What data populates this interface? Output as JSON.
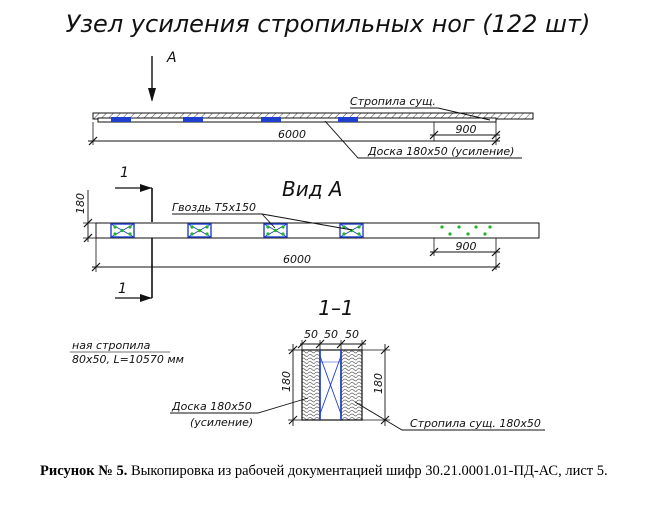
{
  "title": "Узел усиления стропильных ног (122 шт)",
  "view_arrow_label": "А",
  "top_view": {
    "label_rafter": "Стропила сущ.",
    "dim_total": "6000",
    "dim_end": "900",
    "label_board": "Доска 180х50 (усиление)"
  },
  "view_a": {
    "title": "Вид А",
    "section_mark": "1",
    "dim_height": "180",
    "label_nail": "Гвоздь Т5х150",
    "dim_end": "900",
    "dim_total": "6000"
  },
  "left_note": {
    "line1": "ная стропила",
    "line2": "80х50, L=10570 мм"
  },
  "section": {
    "title": "1–1",
    "dim_widths": [
      "50",
      "50",
      "50"
    ],
    "dim_height_left": "180",
    "dim_height_right": "180",
    "label_board_line1": "Доска 180х50",
    "label_board_line2": "(усиление)",
    "label_rafter": "Стропила сущ. 180х50"
  },
  "caption": {
    "bold": "Рисунок № 5.",
    "text": " Выкопировка из рабочей документацией шифр 30.21.0001.01-ПД-АС, лист 5."
  },
  "colors": {
    "line": "#1a1a1a",
    "clamp": "#1f3fcf",
    "nail": "#21b32a",
    "wood_hatch": "#555555"
  }
}
